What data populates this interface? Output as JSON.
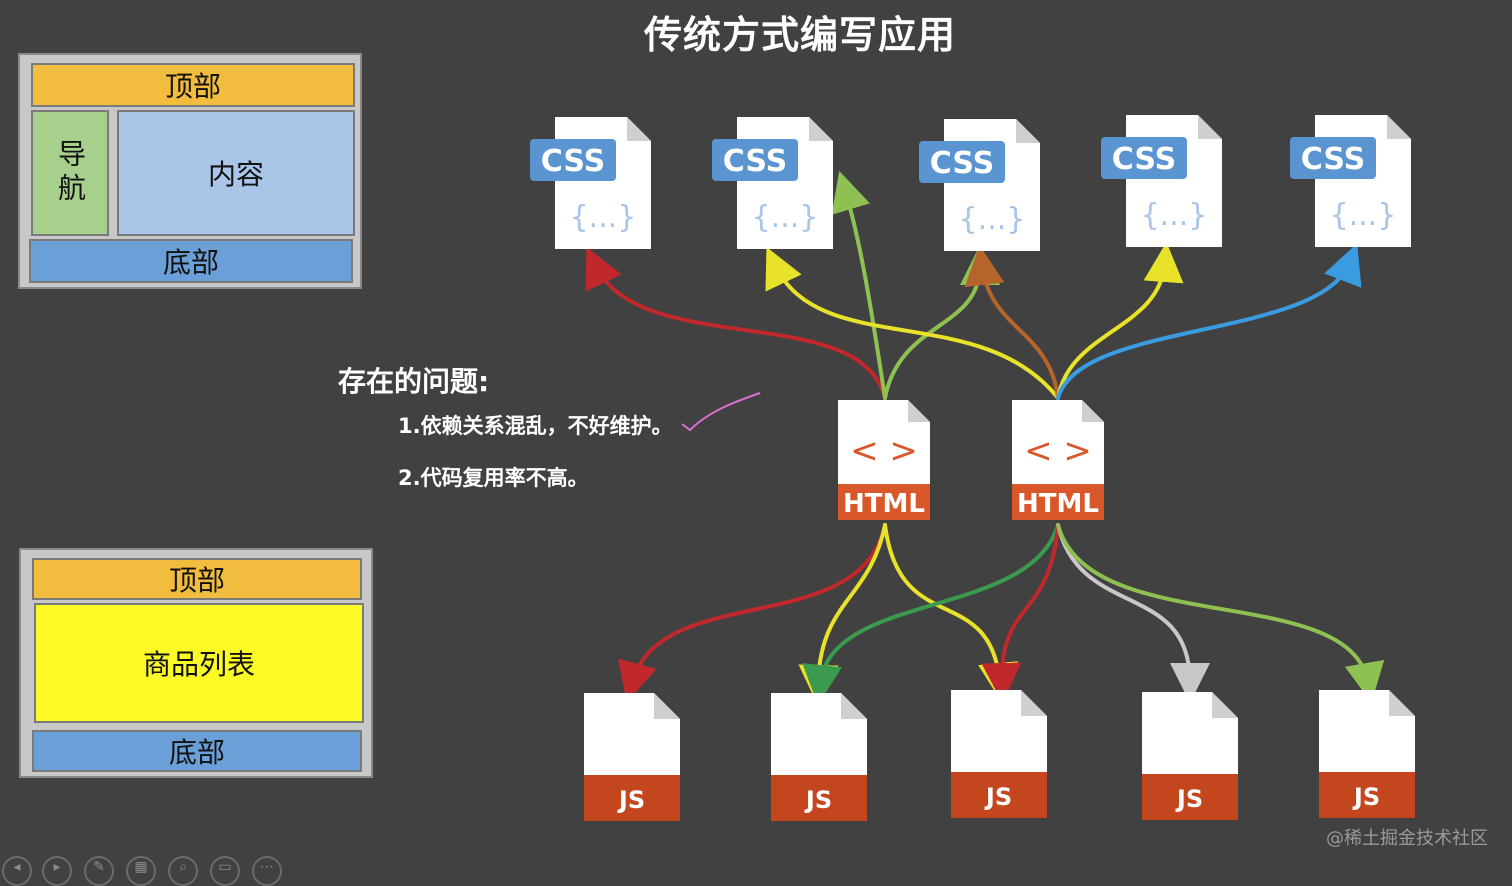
{
  "title": "传统方式编写应用",
  "layout_top": {
    "top": "顶部",
    "nav": "导航",
    "content": "内容",
    "bottom": "底部"
  },
  "layout_bottom": {
    "top": "顶部",
    "goods": "商品列表",
    "bottom": "底部"
  },
  "problems": {
    "title": "存在的问题:",
    "items": [
      "1.依赖关系混乱，不好维护。",
      "2.代码复用率不高。"
    ]
  },
  "files": {
    "css_label": "CSS",
    "css_glyph": "{...}",
    "html_label": "HTML",
    "html_glyph": "< >",
    "js_label": "JS"
  },
  "colors": {
    "red": "#c0282b",
    "yellow": "#e8e22a",
    "green": "#8fc152",
    "brown": "#b5652a",
    "blue": "#3a9be0",
    "dark_green": "#3c9a4e",
    "gray": "#c8c8c8",
    "css_blue": "#5b95d1",
    "html_orange": "#d9582b",
    "js_orange": "#c4461f"
  },
  "watermark": "@稀土掘金技术社区",
  "toolbar": {
    "icons": [
      "back-icon",
      "play-icon",
      "pen-icon",
      "slides-icon",
      "zoom-icon",
      "screen-icon",
      "more-icon"
    ]
  }
}
